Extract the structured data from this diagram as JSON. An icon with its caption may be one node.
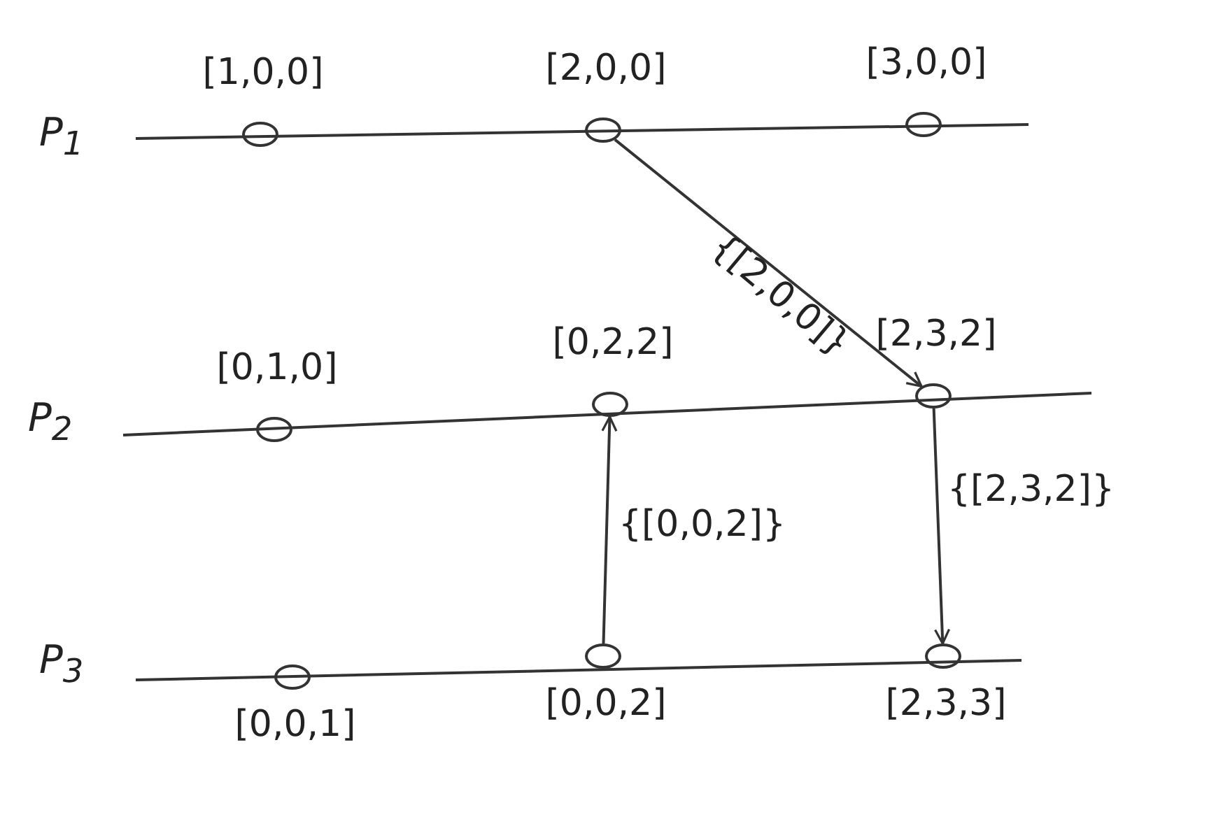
{
  "diagram": {
    "nodes": [
      {
        "text": [
          "[1,0,0]"
        ]
      },
      {
        "text": [
          "[2,0,0]"
        ]
      },
      {
        "text": [
          "[3,0,0]"
        ]
      },
      {
        "text": [
          "[0,1,0]"
        ]
      },
      {
        "text": [
          "[0,2,2]"
        ]
      },
      {
        "text": [
          "[2,3,2]"
        ]
      },
      {
        "text": [
          "[0,0,1]"
        ]
      },
      {
        "text": [
          "[0,0,2]"
        ]
      },
      {
        "text": [
          "[2,3,3]"
        ]
      }
    ],
    "edges": [
      {
        "from": 1,
        "to": 5,
        "arrow": "to",
        "label": "{[2,0,0]}"
      },
      {
        "from": 7,
        "to": 4,
        "arrow": "to",
        "label": "{[0,0,2]}"
      },
      {
        "from": 5,
        "to": 8,
        "arrow": "to",
        "label": "{[2,3,2]}"
      }
    ],
    "labels": [
      "P$_{1}$",
      "P$_{2}$",
      "P$_{3}$"
    ]
  }
}
